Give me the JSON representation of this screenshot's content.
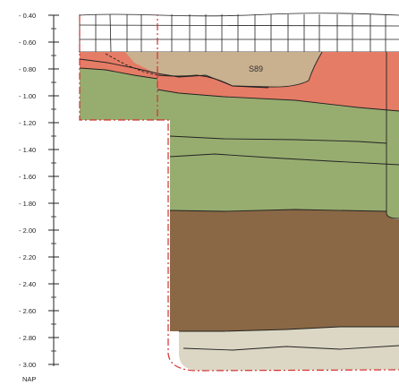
{
  "axis": {
    "ticks": [
      "- 0.40",
      "- 0.60",
      "- 0.80",
      "- 1.00",
      "- 1.20",
      "- 1.40",
      "- 1.60",
      "- 1.80",
      "- 2.00",
      "- 2.20",
      "- 2.40",
      "- 2.60",
      "- 2.80",
      "- 3.00"
    ],
    "unit_label": "NAP"
  },
  "features": [
    {
      "label": "S89"
    }
  ],
  "colors": {
    "reddish_layer": "#e57c66",
    "tan_fill": "#c9b08e",
    "green_layer": "#97ad70",
    "brown_layer": "#8a6845",
    "light_bottom": "#dbd7c4",
    "excavation_boundary": "#d33030",
    "line": "#222222"
  }
}
